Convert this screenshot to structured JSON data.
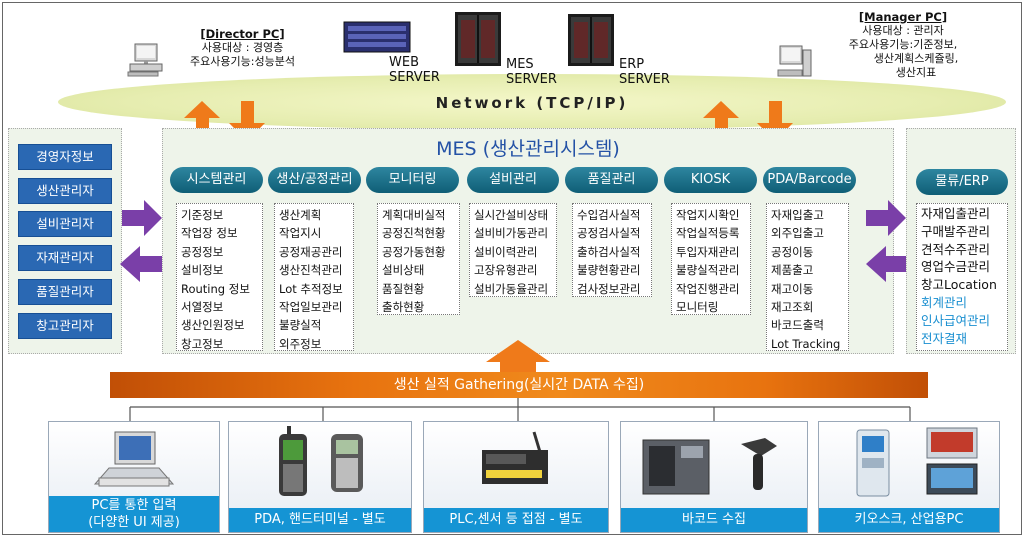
{
  "director_pc": {
    "title": "[Director PC]",
    "lines": [
      "사용대상 : 경영층",
      "주요사용기능:성능분석"
    ]
  },
  "manager_pc": {
    "title": "[Manager PC]",
    "lines": [
      "사용대상 : 관리자",
      "주요사용기능:기준정보,",
      "생산계획스케쥴링,",
      "생산지표"
    ]
  },
  "servers": {
    "web": [
      "WEB",
      "SERVER"
    ],
    "mes": [
      "MES",
      "SERVER"
    ],
    "erp": [
      "ERP",
      "SERVER"
    ]
  },
  "network": "Network (TCP/IP)",
  "mes_title": "MES (생산관리시스템)",
  "users": [
    "경영자정보",
    "생산관리자",
    "설비관리자",
    "자재관리자",
    "품질관리자",
    "창고관리자"
  ],
  "categories": [
    {
      "title": "시스템관리",
      "items": [
        "기준정보",
        "작업장 정보",
        "공정정보",
        "설비정보",
        "Routing 정보",
        "서열정보",
        "생산인원정보",
        "창고정보"
      ]
    },
    {
      "title": "생산/공정관리",
      "items": [
        "생산계획",
        "작업지시",
        "공정재공관리",
        "생산진척관리",
        "Lot 추적정보",
        "작업일보관리",
        "불량실적",
        "외주정보"
      ]
    },
    {
      "title": "모니터링",
      "items": [
        "계획대비실적",
        "공정진척현황",
        "공정가동현황",
        "설비상태",
        "품질현황",
        "출하현황"
      ]
    },
    {
      "title": "설비관리",
      "items": [
        "실시간설비상태",
        "설비비가동관리",
        "설비이력관리",
        "고장유형관리",
        "설비가동율관리"
      ]
    },
    {
      "title": "품질관리",
      "items": [
        "수입검사실적",
        "공정검사실적",
        "출하검사실적",
        "불량현황관리",
        "검사정보관리"
      ]
    },
    {
      "title": "KIOSK",
      "items": [
        "작업지시확인",
        "작업실적등록",
        "투입자재관리",
        "불량실적관리",
        "작업진행관리",
        "모니터링"
      ]
    },
    {
      "title": "PDA/Barcode",
      "items": [
        "자재입출고",
        "외주입출고",
        "공정이동",
        "제품출고",
        "재고이동",
        "재고조회",
        "바코드출력",
        "Lot Tracking"
      ]
    }
  ],
  "erp": {
    "title": "물류/ERP",
    "items": [
      "자재입출관리",
      "구매발주관리",
      "견적수주관리",
      "영업수금관리",
      "창고Location"
    ],
    "blue_items": [
      "회계관리",
      "인사급여관리",
      "전자결재"
    ]
  },
  "gathering": "생산 실적 Gathering(실시간 DATA 수집)",
  "devices": [
    {
      "lines": [
        "PC를 통한 입력",
        "(다양한 UI 제공)"
      ]
    },
    {
      "lines": [
        "PDA, 핸드터미널 - 별도"
      ]
    },
    {
      "lines": [
        "PLC,센서 등 접점 - 별도"
      ]
    },
    {
      "lines": [
        "바코드 수집"
      ]
    },
    {
      "lines": [
        "키오스크, 산업용PC"
      ]
    }
  ],
  "colors": {
    "arrow_orange": "#ef7a1a",
    "arrow_purple": "#7a3fa8",
    "user_blue": "#2a68b3",
    "category_teal": "#176e86",
    "device_label_blue": "#1594d4",
    "panel_bg": "#eef4ea",
    "network_bg": "#e6edb0"
  }
}
